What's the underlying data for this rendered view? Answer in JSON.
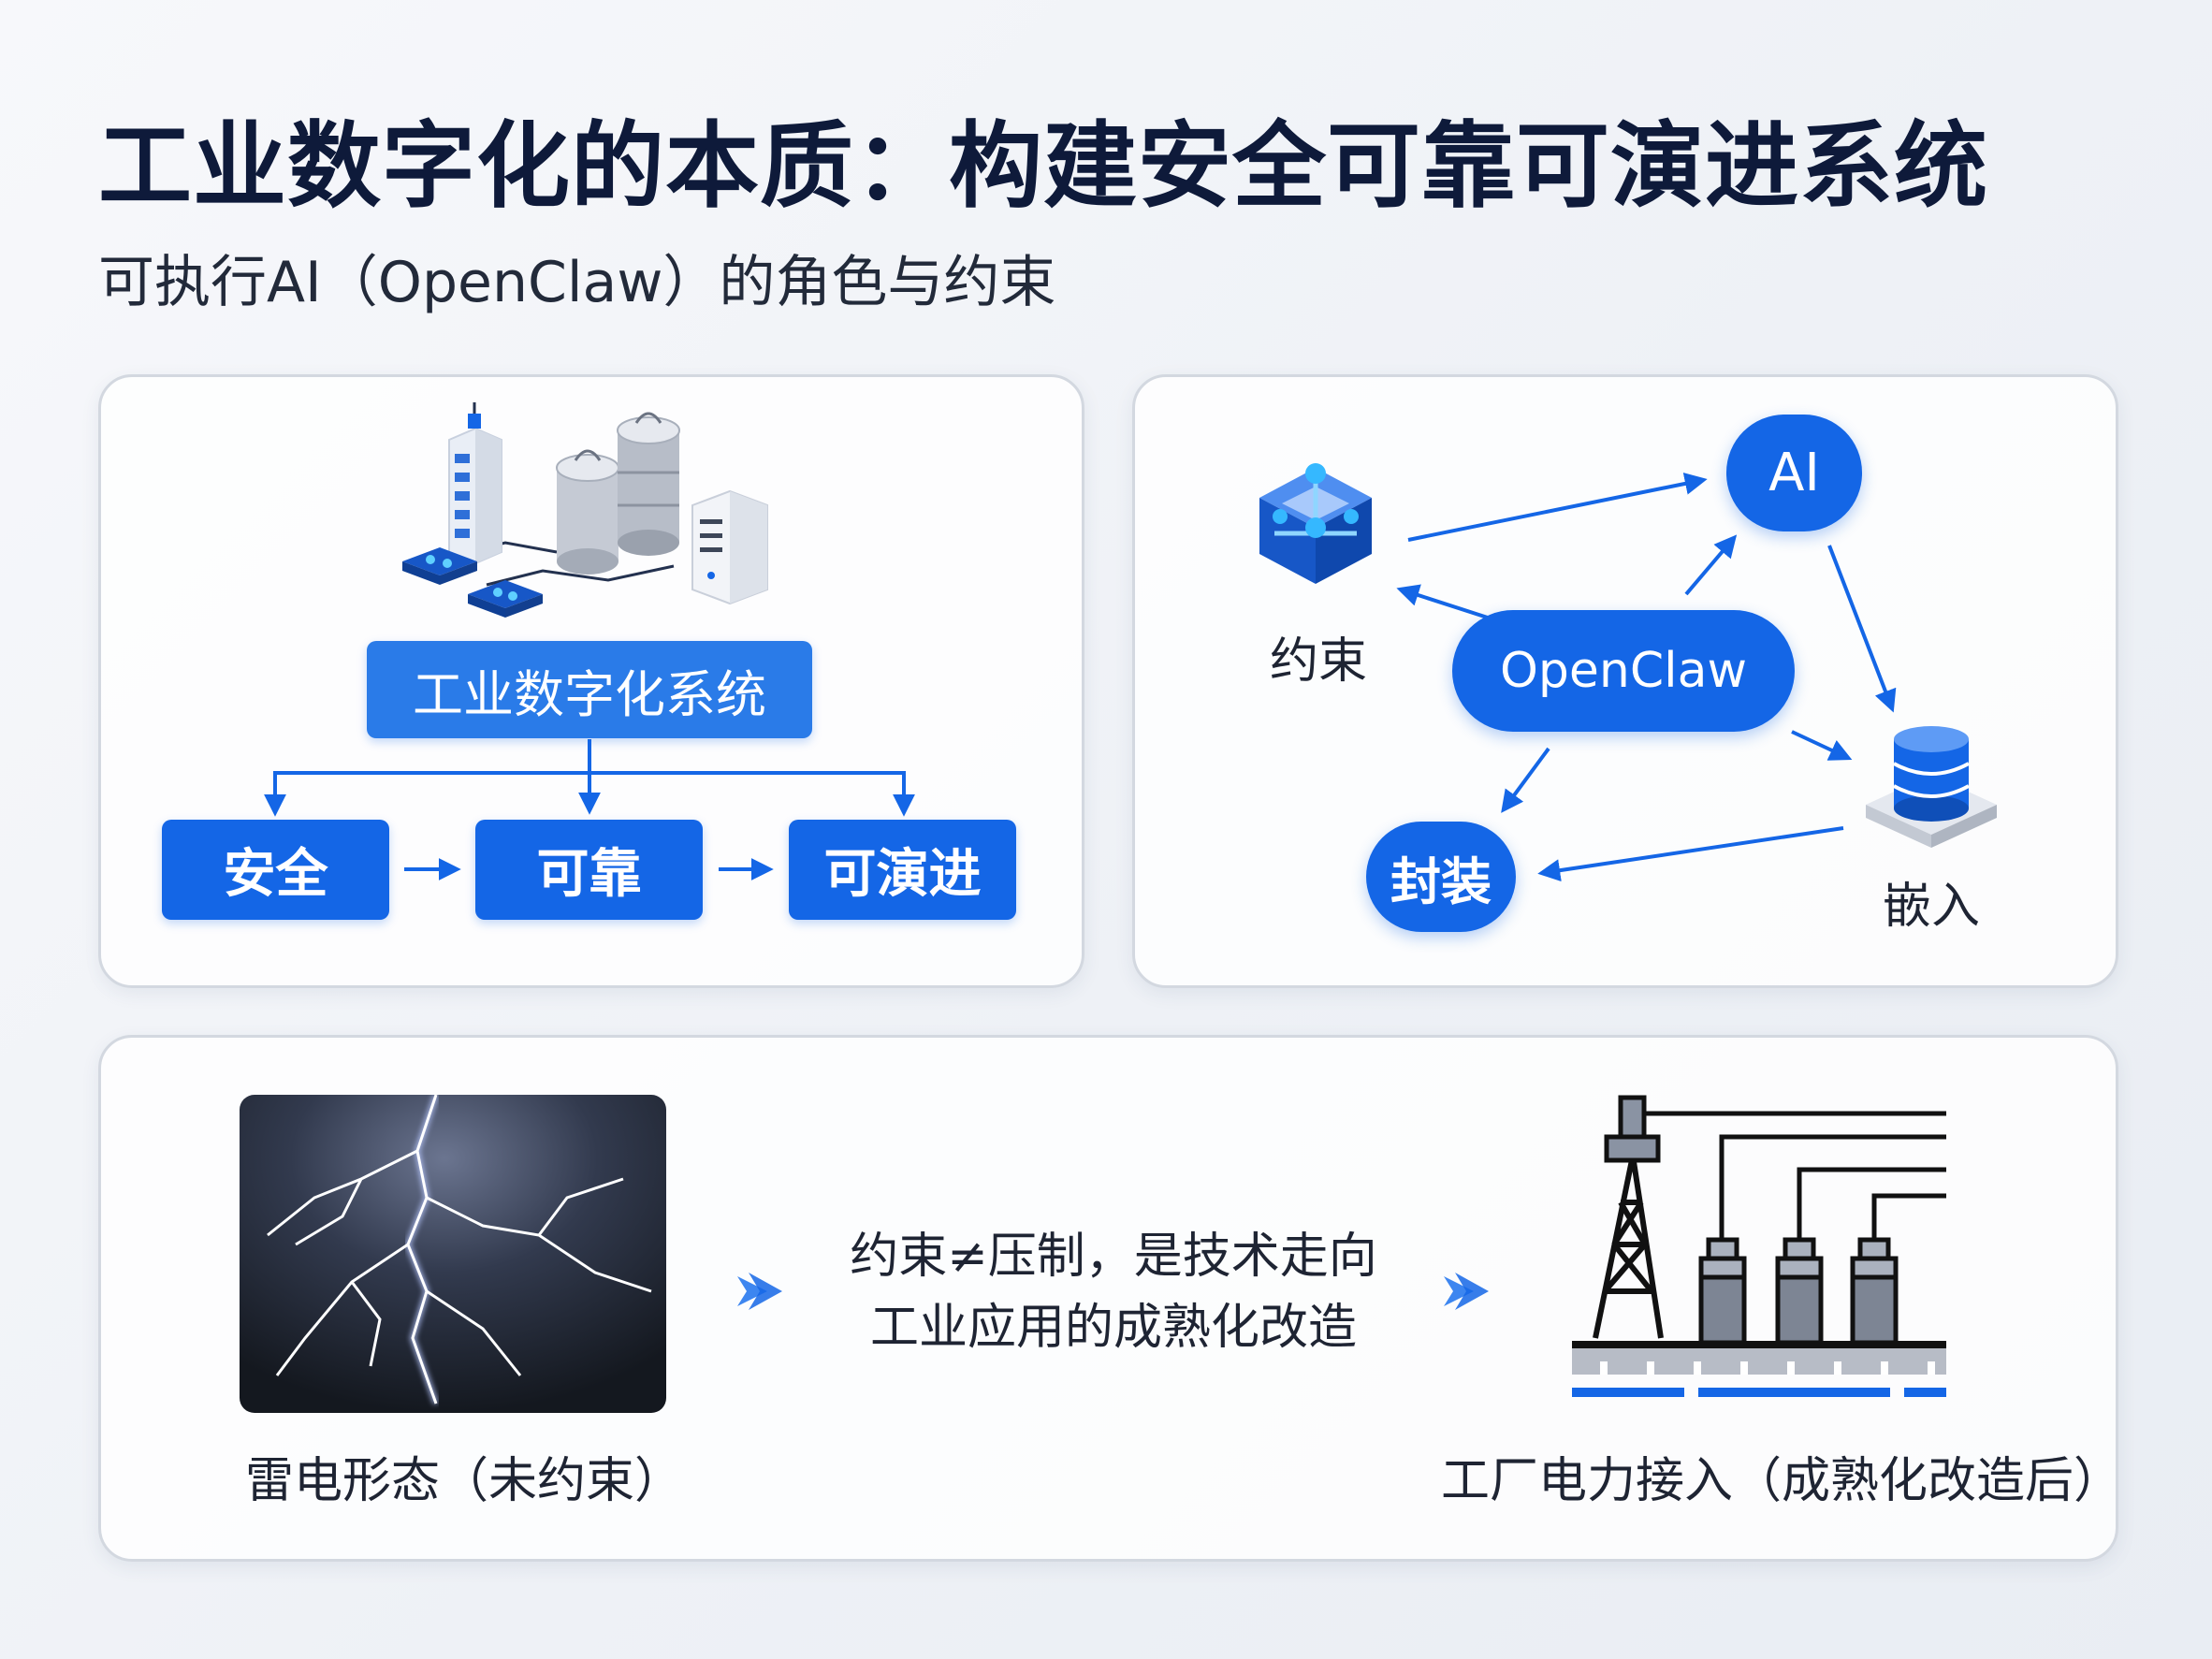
{
  "header": {
    "title": "工业数字化的本质：构建安全可靠可演进系统",
    "subtitle": "可执行AI（OpenClaw）的角色与约束"
  },
  "panel_left": {
    "system_label": "工业数字化系统",
    "boxes": [
      "安全",
      "可靠",
      "可演进"
    ]
  },
  "panel_right": {
    "nodes": {
      "ai": "AI",
      "openclaw": "OpenClaw",
      "fengzhuang": "封装",
      "yueshu": "约束",
      "qianru": "嵌入"
    }
  },
  "panel_bottom": {
    "left_caption": "雷电形态（未约束）",
    "center_lines": [
      "约束≠压制，是技术走向",
      "工业应用的成熟化改造"
    ],
    "right_caption": "工厂电力接入（成熟化改造后）"
  },
  "colors": {
    "accent": "#1466e6",
    "title": "#0e1a3a",
    "panel_border": "#d3d8e0"
  }
}
